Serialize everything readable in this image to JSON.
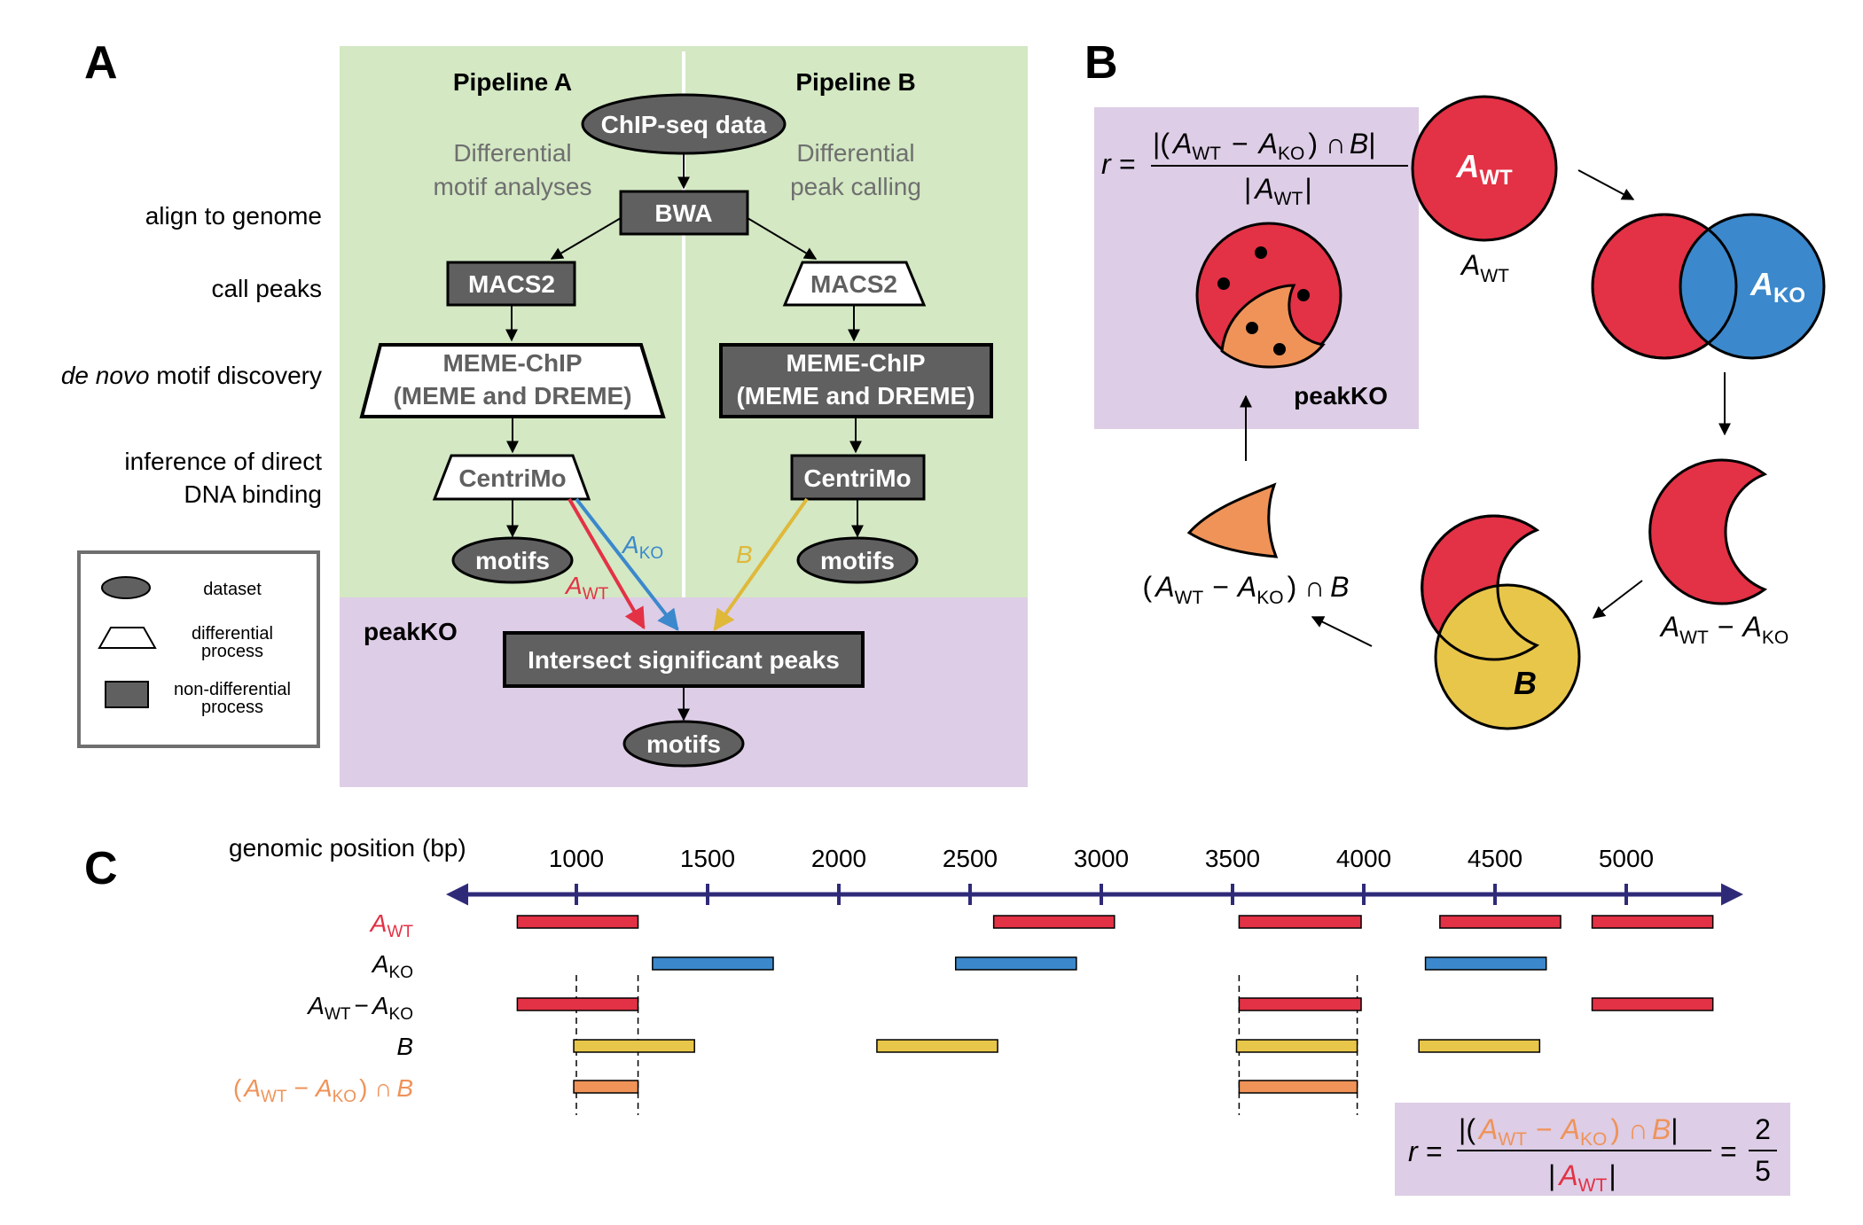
{
  "colors": {
    "green_bg": "#d3e8c3",
    "purple_bg": "#ddcde6",
    "dark_box": "#606060",
    "red": "#e33145",
    "blue": "#3b88cc",
    "yellow": "#e8c64a",
    "orange": "#ef9359",
    "axis": "#2f2a78",
    "gray_text": "#6f6f6f"
  },
  "panel_a": {
    "label": "A",
    "pipeline_a": "Pipeline A",
    "pipeline_b": "Pipeline B",
    "chipseq": "ChIP-seq data",
    "diff_motif_1": "Differential",
    "diff_motif_2": "motif analyses",
    "diff_peak_1": "Differential",
    "diff_peak_2": "peak calling",
    "bwa": "BWA",
    "macs2": "MACS2",
    "memechip_1": "MEME-ChIP",
    "memechip_2": "(MEME and DREME)",
    "centrimo": "CentriMo",
    "motifs": "motifs",
    "intersect": "Intersect significant peaks",
    "peako": "peakKO",
    "steps": {
      "align": "align to genome",
      "call": "call peaks",
      "denovo_italic": "de novo",
      "denovo_rest": " motif discovery",
      "infer_1": "inference of direct",
      "infer_2": "DNA binding"
    },
    "arrow_labels": {
      "a": "A",
      "wt": "WT",
      "ko": "KO",
      "b": "B"
    },
    "legend": {
      "dataset": "dataset",
      "diff_1": "differential",
      "diff_2": "process",
      "nondiff_1": "non-differential",
      "nondiff_2": "process"
    }
  },
  "panel_b": {
    "label": "B",
    "peako": "peakKO",
    "formula": {
      "r": "r",
      "eq": "=",
      "num_open": "|(",
      "a": "A",
      "wt": "WT",
      "minus": "−",
      "ko": "KO",
      "cap": ") ∩",
      "b": "B",
      "close": "|",
      "den_open": "|",
      "den_close": "|"
    },
    "venn_labels": {
      "a": "A",
      "wt": "WT",
      "ko": "KO",
      "minus": "−",
      "b": "B",
      "paren_open": "(",
      "paren_close": ") ∩"
    }
  },
  "panel_c": {
    "label": "C",
    "axis_title": "genomic position (bp)",
    "row_labels": {
      "a": "A",
      "wt": "WT",
      "ko": "KO",
      "minus": "−",
      "b": "B",
      "paren_open": "(",
      "cap": ") ∩"
    },
    "formula": {
      "r": "r",
      "eq": "=",
      "num_open": "|(",
      "a": "A",
      "wt": "WT",
      "minus": "−",
      "ko": "KO",
      "cap": ") ∩",
      "b": "B",
      "bar": "|",
      "result_eq": "=",
      "numerator": "2",
      "denominator": "5"
    }
  },
  "chart_data": {
    "type": "bar",
    "xlabel": "genomic position (bp)",
    "ticks": [
      1000,
      1500,
      2000,
      2500,
      3000,
      3500,
      4000,
      4500,
      5000
    ],
    "series": [
      {
        "name": "A_WT",
        "intervals": [
          [
            775,
            1235
          ],
          [
            2590,
            3050
          ],
          [
            3525,
            3990
          ],
          [
            4290,
            4750
          ],
          [
            4870,
            5330
          ]
        ]
      },
      {
        "name": "A_KO",
        "intervals": [
          [
            1290,
            1750
          ],
          [
            2445,
            2905
          ],
          [
            4235,
            4695
          ]
        ]
      },
      {
        "name": "A_WT − A_KO",
        "intervals": [
          [
            775,
            1235
          ],
          [
            3525,
            3990
          ],
          [
            4870,
            5330
          ]
        ]
      },
      {
        "name": "B",
        "intervals": [
          [
            990,
            1450
          ],
          [
            2145,
            2605
          ],
          [
            3515,
            3975
          ],
          [
            4210,
            4670
          ]
        ]
      },
      {
        "name": "(A_WT − A_KO) ∩ B",
        "intervals": [
          [
            990,
            1235
          ],
          [
            3525,
            3975
          ]
        ]
      }
    ],
    "dashed_boundaries": [
      1000,
      1235,
      3525,
      3975
    ]
  }
}
